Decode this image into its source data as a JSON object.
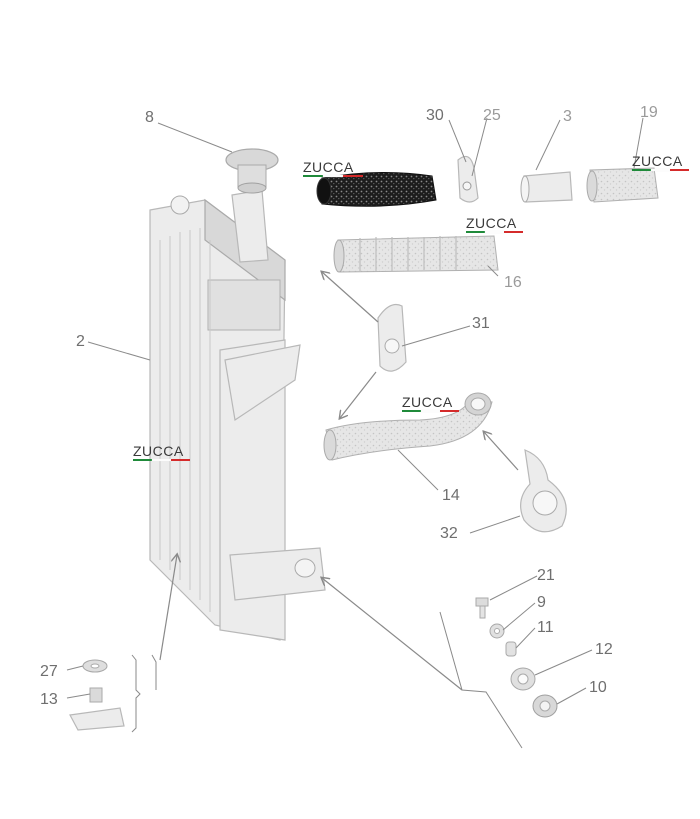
{
  "colors": {
    "brand_green": "#1f8a3a",
    "brand_white": "#ffffff",
    "brand_red": "#d52b2b",
    "hose_black": "#222222",
    "linework": "#b8b8b8"
  },
  "brand": {
    "text": "ZUCCA"
  },
  "callouts": {
    "c8": "8",
    "c30": "30",
    "c25": "25",
    "c3": "3",
    "c19": "19",
    "c16": "16",
    "c2": "2",
    "c31": "31",
    "c14": "14",
    "c32": "32",
    "c21": "21",
    "c9": "9",
    "c11": "11",
    "c12": "12",
    "c10": "10",
    "c27": "27",
    "c13": "13"
  },
  "icons": {
    "radiator": "radiator-icon",
    "cap": "radiator-cap-icon",
    "hose": "hose-icon",
    "clamp": "hose-clamp-icon",
    "drain_tap": "drain-tap-icon"
  }
}
